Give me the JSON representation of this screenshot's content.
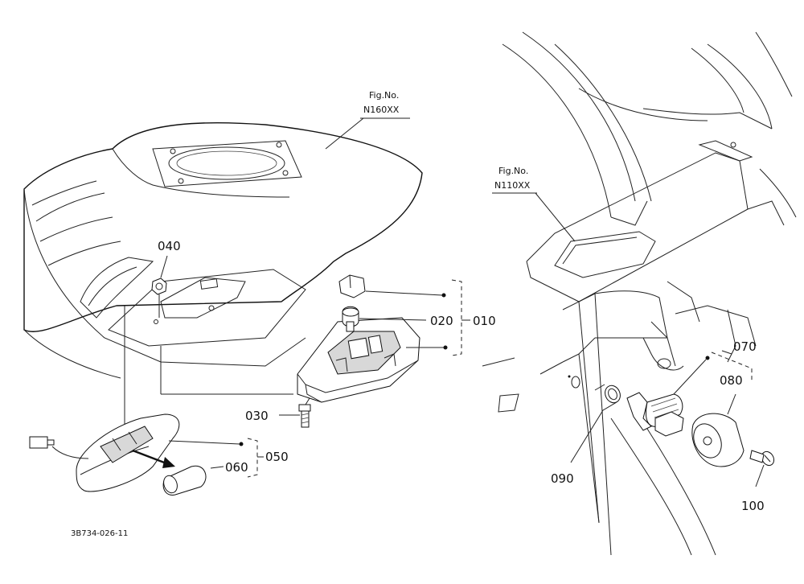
{
  "figure_refs": {
    "left_top": "Fig.No.",
    "left_bottom": "N160XX",
    "right_top": "Fig.No.",
    "right_bottom": "N110XX"
  },
  "parts": {
    "p010": "010",
    "p020": "020",
    "p030": "030",
    "p040": "040",
    "p050": "050",
    "p060": "060",
    "p070": "070",
    "p080": "080",
    "p090": "090",
    "p100": "100"
  },
  "drawing_code": "3B734-026-11"
}
